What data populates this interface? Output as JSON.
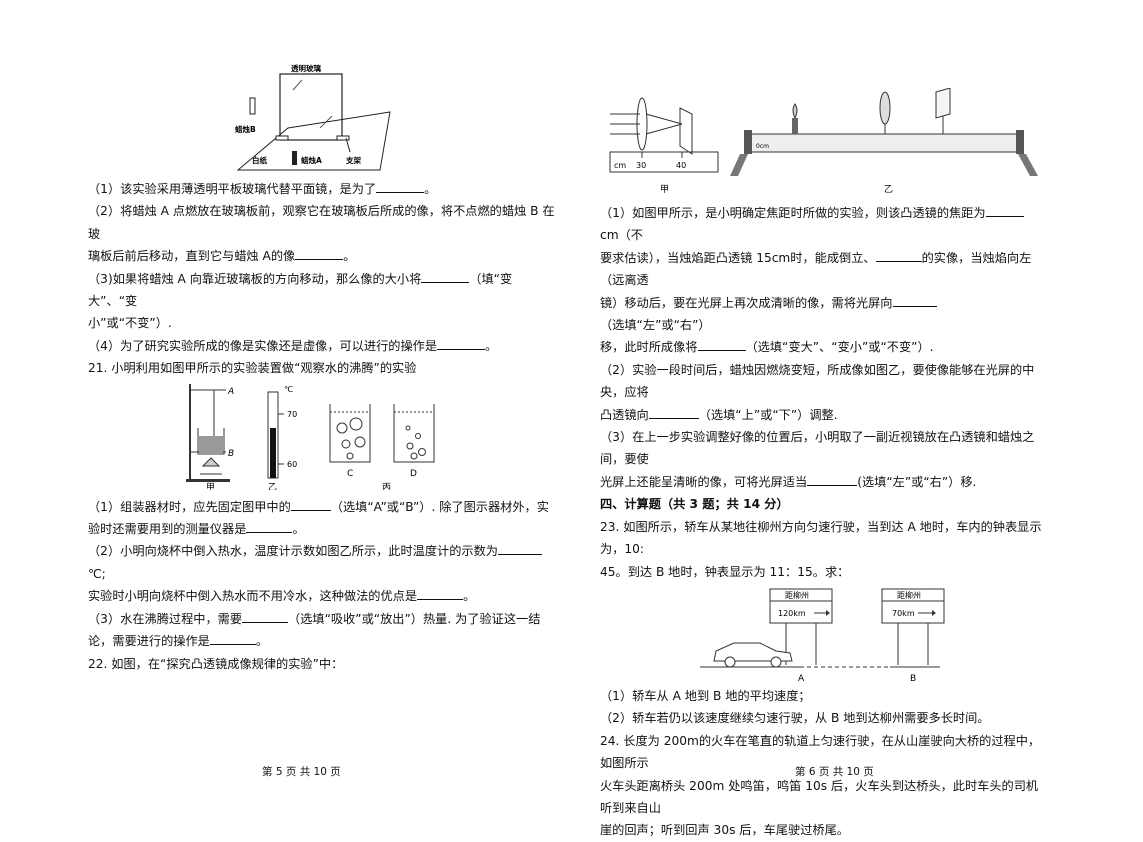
{
  "left": {
    "fig_mirror": {
      "label_glass": "透明玻璃",
      "label_candle_b": "蜡烛B",
      "label_paper": "白纸",
      "label_candle_a": "蜡烛A",
      "label_stand": "支架"
    },
    "q20_1_a": "（1）该实验采用薄透明平板玻璃代替平面镜，是为了",
    "q20_1_b": "。",
    "q20_2_a": "（2）将蜡烛 A 点燃放在玻璃板前，观察它在玻璃板后所成的像，将不点燃的蜡烛 B 在玻",
    "q20_2_b": "璃板后前后移动，直到它与蜡烛 A的像",
    "q20_2_c": "。",
    "q20_3_a": "（3)如果将蜡烛 A 向靠近玻璃板的方向移动，那么像的大小将",
    "q20_3_b": "（填“变大”、“变",
    "q20_3_c": "小”或“不变”）.",
    "q20_4_a": "（4）为了研究实验所成的像是实像还是虚像，可以进行的操作是",
    "q20_4_b": "。",
    "q21_title": "21. 小明利用如图甲所示的实验装置做“观察水的沸腾”的实验",
    "fig_boil": {
      "label_a": "A",
      "label_b": "B",
      "thermo_unit": "℃",
      "thermo_70": "70",
      "thermo_60": "60",
      "cap_jia": "甲",
      "cap_yi": "乙",
      "cap_bing": "丙",
      "cap_c": "C",
      "cap_d": "D"
    },
    "q21_1_a": "（1）组装器材时，应先固定图甲中的",
    "q21_1_b": "（选填“A”或“B”）. 除了图示器材外，实",
    "q21_1_c": "验时还需要用到的测量仪器是",
    "q21_1_d": "。",
    "q21_2_a": "（2）小明向烧杯中倒入热水，温度计示数如图乙所示，此时温度计的示数为",
    "q21_2_b": "℃;",
    "q21_2_c": "实验时小明向烧杯中倒入热水而不用冷水，这种做法的优点是",
    "q21_2_d": "。",
    "q21_3_a": "（3）水在沸腾过程中，需要",
    "q21_3_b": "（选填“吸收”或“放出”）热量. 为了验证这一结",
    "q21_3_c": "论，需要进行的操作是",
    "q21_3_d": "。",
    "q22_title": "22. 如图，在“探究凸透镜成像规律的实验”中：",
    "footer": "第 5 页 共 10 页"
  },
  "right": {
    "fig_lens": {
      "tick_cm": "cm",
      "tick_30": "30",
      "tick_40": "40",
      "bench_cm": "0cm",
      "cap_jia": "甲",
      "cap_yi": "乙"
    },
    "q22_1_a": "（1）如图甲所示，是小明确定焦距时所做的实验，则该凸透镜的焦距为",
    "q22_1_b": "cm（不",
    "q22_1_c": "要求估读），当烛焰距凸透镜 15cm时，能成倒立、",
    "q22_1_d": "的实像，当烛焰向左（远离透",
    "q22_1_e": "镜）移动后，要在光屏上再次成清晰的像，需将光屏向",
    "q22_1_f": "（选填“左”或“右”）",
    "q22_1_g": "移，此时所成像将",
    "q22_1_h": "（选填“变大”、“变小”或“不变”）.",
    "q22_2_a": "（2）实验一段时间后，蜡烛因燃烧变短，所成像如图乙，要使像能够在光屏的中央，应将",
    "q22_2_b": "凸透镜向",
    "q22_2_c": "（选填“上”或“下”）调整.",
    "q22_3_a": "（3）在上一步实验调整好像的位置后，小明取了一副近视镜放在凸透镜和蜡烛之间，要使",
    "q22_3_b": "光屏上还能呈清晰的像，可将光屏适当",
    "q22_3_c": "(选填“左”或“右”）移.",
    "section4": "四、计算题（共 3 题；共 14 分）",
    "q23_a": "23. 如图所示，轿车从某地往柳州方向匀速行驶，当到达 A 地时，车内的钟表显示为，10:",
    "q23_b": "45。到达 B 地时，钟表显示为 11：15。求：",
    "fig_car": {
      "sign_title_1": "距柳州",
      "sign_val_1": "120km",
      "sign_title_2": "距柳州",
      "sign_val_2": "70km",
      "label_a": "A",
      "label_b": "B"
    },
    "q23_1": "（1）轿车从 A 地到 B 地的平均速度；",
    "q23_2": "（2）轿车若仍以该速度继续匀速行驶，从 B 地到达柳州需要多长时间。",
    "q24_a": "24. 长度为 200m的火车在笔直的轨道上匀速行驶，在从山崖驶向大桥的过程中，如图所示",
    "q24_b": "火车头距离桥头 200m 处鸣笛，鸣笛 10s 后，火车头到达桥头，此时车头的司机听到来自山",
    "q24_c": "崖的回声；听到回声 30s 后，车尾驶过桥尾。",
    "footer": "第 6 页 共 10 页"
  }
}
